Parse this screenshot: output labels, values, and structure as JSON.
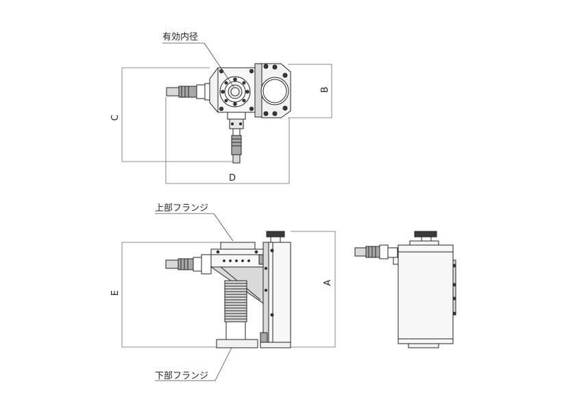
{
  "labels": {
    "effective_diameter": "有効内径",
    "upper_flange": "上部フランジ",
    "lower_flange": "下部フランジ"
  },
  "dimensions": {
    "a": "A",
    "b": "B",
    "c": "C",
    "d": "D",
    "e": "E"
  },
  "colors": {
    "line": "#222222",
    "dimension": "#555555",
    "metal_light": "#d9d9d9",
    "metal_mid": "#a8a8a8",
    "metal_dark": "#3a3a3a"
  }
}
